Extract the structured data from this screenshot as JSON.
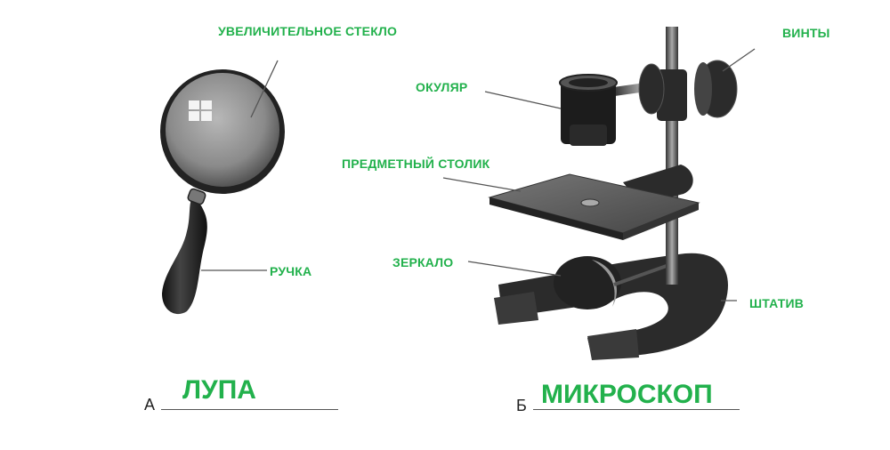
{
  "magnifier": {
    "title": "ЛУПА",
    "letter": "А",
    "parts": {
      "lens": "УВЕЛИЧИТЕЛЬНОЕ СТЕКЛО",
      "handle": "РУЧКА"
    }
  },
  "microscope": {
    "title": "МИКРОСКОП",
    "letter": "Б",
    "parts": {
      "eyepiece": "ОКУЛЯР",
      "screws": "ВИНТЫ",
      "stage": "ПРЕДМЕТНЫЙ СТОЛИК",
      "mirror": "ЗЕРКАЛО",
      "stand": "ШТАТИВ"
    }
  },
  "colors": {
    "label": "#22b14c",
    "line": "#555555",
    "device": "#2a2a2a"
  }
}
